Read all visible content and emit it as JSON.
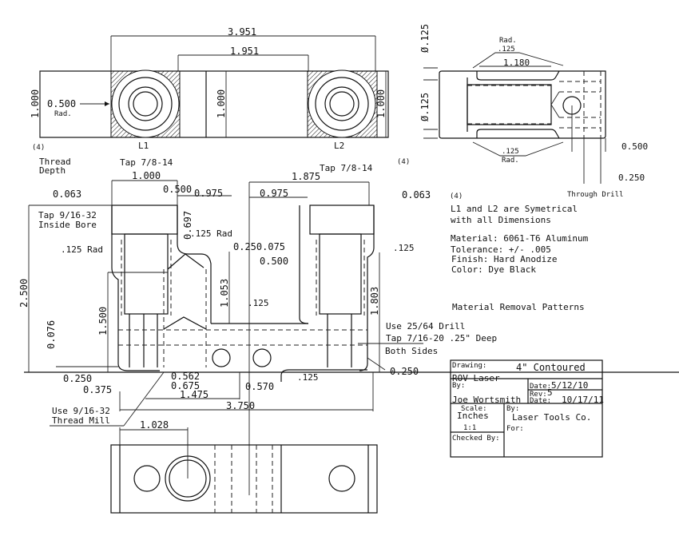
{
  "top_view": {
    "dim_overall": "3.951",
    "dim_inner": "1.951",
    "dim_height_left": "1.000",
    "dim_height_mid": "1.000",
    "dim_height_right": "1.000",
    "radius_label": "0.500",
    "radius_suffix": "Rad.",
    "count_note": "(4)",
    "label_l1": "L1",
    "label_l2": "L2"
  },
  "side_view": {
    "dia_top": "Ø.125",
    "dia_mid": "Ø.125",
    "rad_top_label": "Rad.",
    "rad_top_value": ".125",
    "dim_length": "1.180",
    "rad_bottom_value": ".125",
    "rad_bottom_label": "Rad.",
    "count_note": "(4)",
    "dim_hole_offset": "0.500",
    "dim_drill_offset": "0.250",
    "through_drill": "Through Drill"
  },
  "front_view": {
    "thread_depth": "Thread\nDepth",
    "tap_left": "Tap 7/8-14",
    "tap_right": "Tap 7/8-14",
    "dim_1000": "1.000",
    "dim_0500_top": "0.500",
    "dim_0975_left": "0.975",
    "dim_1875": "1.875",
    "dim_0975_right": "0.975",
    "chamfer_left": "0.063",
    "chamfer_right": "0.063",
    "chamfer_count": "(4)",
    "tap_inside": "Tap 9/16-32",
    "inside_bore": "Inside Bore",
    "rad_left": ".125 Rad",
    "dim_0697": "0.697",
    "rad_center": ".125 Rad",
    "dim_0250_075": "0.250.075",
    "dim_0500_mid": "0.500",
    "rad_right": ".125",
    "dim_2500": "2.500",
    "dim_1500": "1.500",
    "dim_1053": "1.053",
    "rad_lower": ".125",
    "dim_1803": "1.803",
    "dim_0076": "0.076",
    "dim_0250_left": "0.250",
    "dim_0375": "0.375",
    "dim_0562": "0.562",
    "dim_0675": "0.675",
    "dim_1475": "1.475",
    "dim_0570": "0.570",
    "rad_bottom": ".125",
    "dim_3750": "3.750",
    "use_thread_mill_1": "Use 9/16-32",
    "use_thread_mill_2": "Thread Mill",
    "use_drill": "Use 25/64 Drill",
    "tap_716": "Tap 7/16-20 .25\" Deep",
    "both_sides": "Both Sides",
    "dim_0250_right": "0.250"
  },
  "bottom_view": {
    "dim_1028": "1.028"
  },
  "notes": {
    "symmetry_1": "L1 and L2 are Symetrical",
    "symmetry_2": "with all Dimensions",
    "material": "Material:  6061-T6 Aluminum",
    "tolerance": "Tolerance: +/-  .005",
    "finish": "Finish: Hard Anodize",
    "color": "Color: Dye Black",
    "removal": "Material Removal Patterns"
  },
  "title_block": {
    "drawing_label": "Drawing:",
    "drawing_title": "4\" Contoured",
    "drawing_subtitle": "ROV Laser",
    "by_label": "By:",
    "by_name": "Joe Wortsmith",
    "date_label": "Date:",
    "date_value": "5/12/10",
    "rev_label": "Rev:",
    "rev_value": "5",
    "rev_date_label": "Date:",
    "rev_date_value": "10/17/11",
    "scale_label": "Scale:",
    "scale_units": "Inches",
    "scale_ratio": "1:1",
    "company_by_label": "By:",
    "company_name": "Laser Tools Co.",
    "for_label": "For:",
    "checked_label": "Checked By:"
  }
}
